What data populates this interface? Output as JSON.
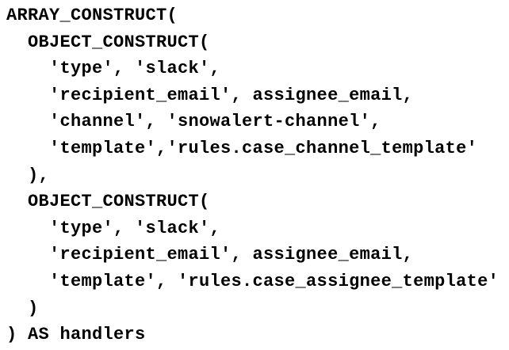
{
  "colors": {
    "background": "#ffffff",
    "text": "#000000"
  },
  "code": {
    "description": "SQL snippet defining alert handlers via ARRAY_CONSTRUCT / OBJECT_CONSTRUCT",
    "lines": [
      "ARRAY_CONSTRUCT(",
      "  OBJECT_CONSTRUCT(",
      "    'type', 'slack',",
      "    'recipient_email', assignee_email,",
      "    'channel', 'snowalert-channel',",
      "    'template','rules.case_channel_template'",
      "  ),",
      "  OBJECT_CONSTRUCT(",
      "    'type', 'slack',",
      "    'recipient_email', assignee_email,",
      "    'template', 'rules.case_assignee_template'",
      "  )",
      ") AS handlers"
    ]
  }
}
